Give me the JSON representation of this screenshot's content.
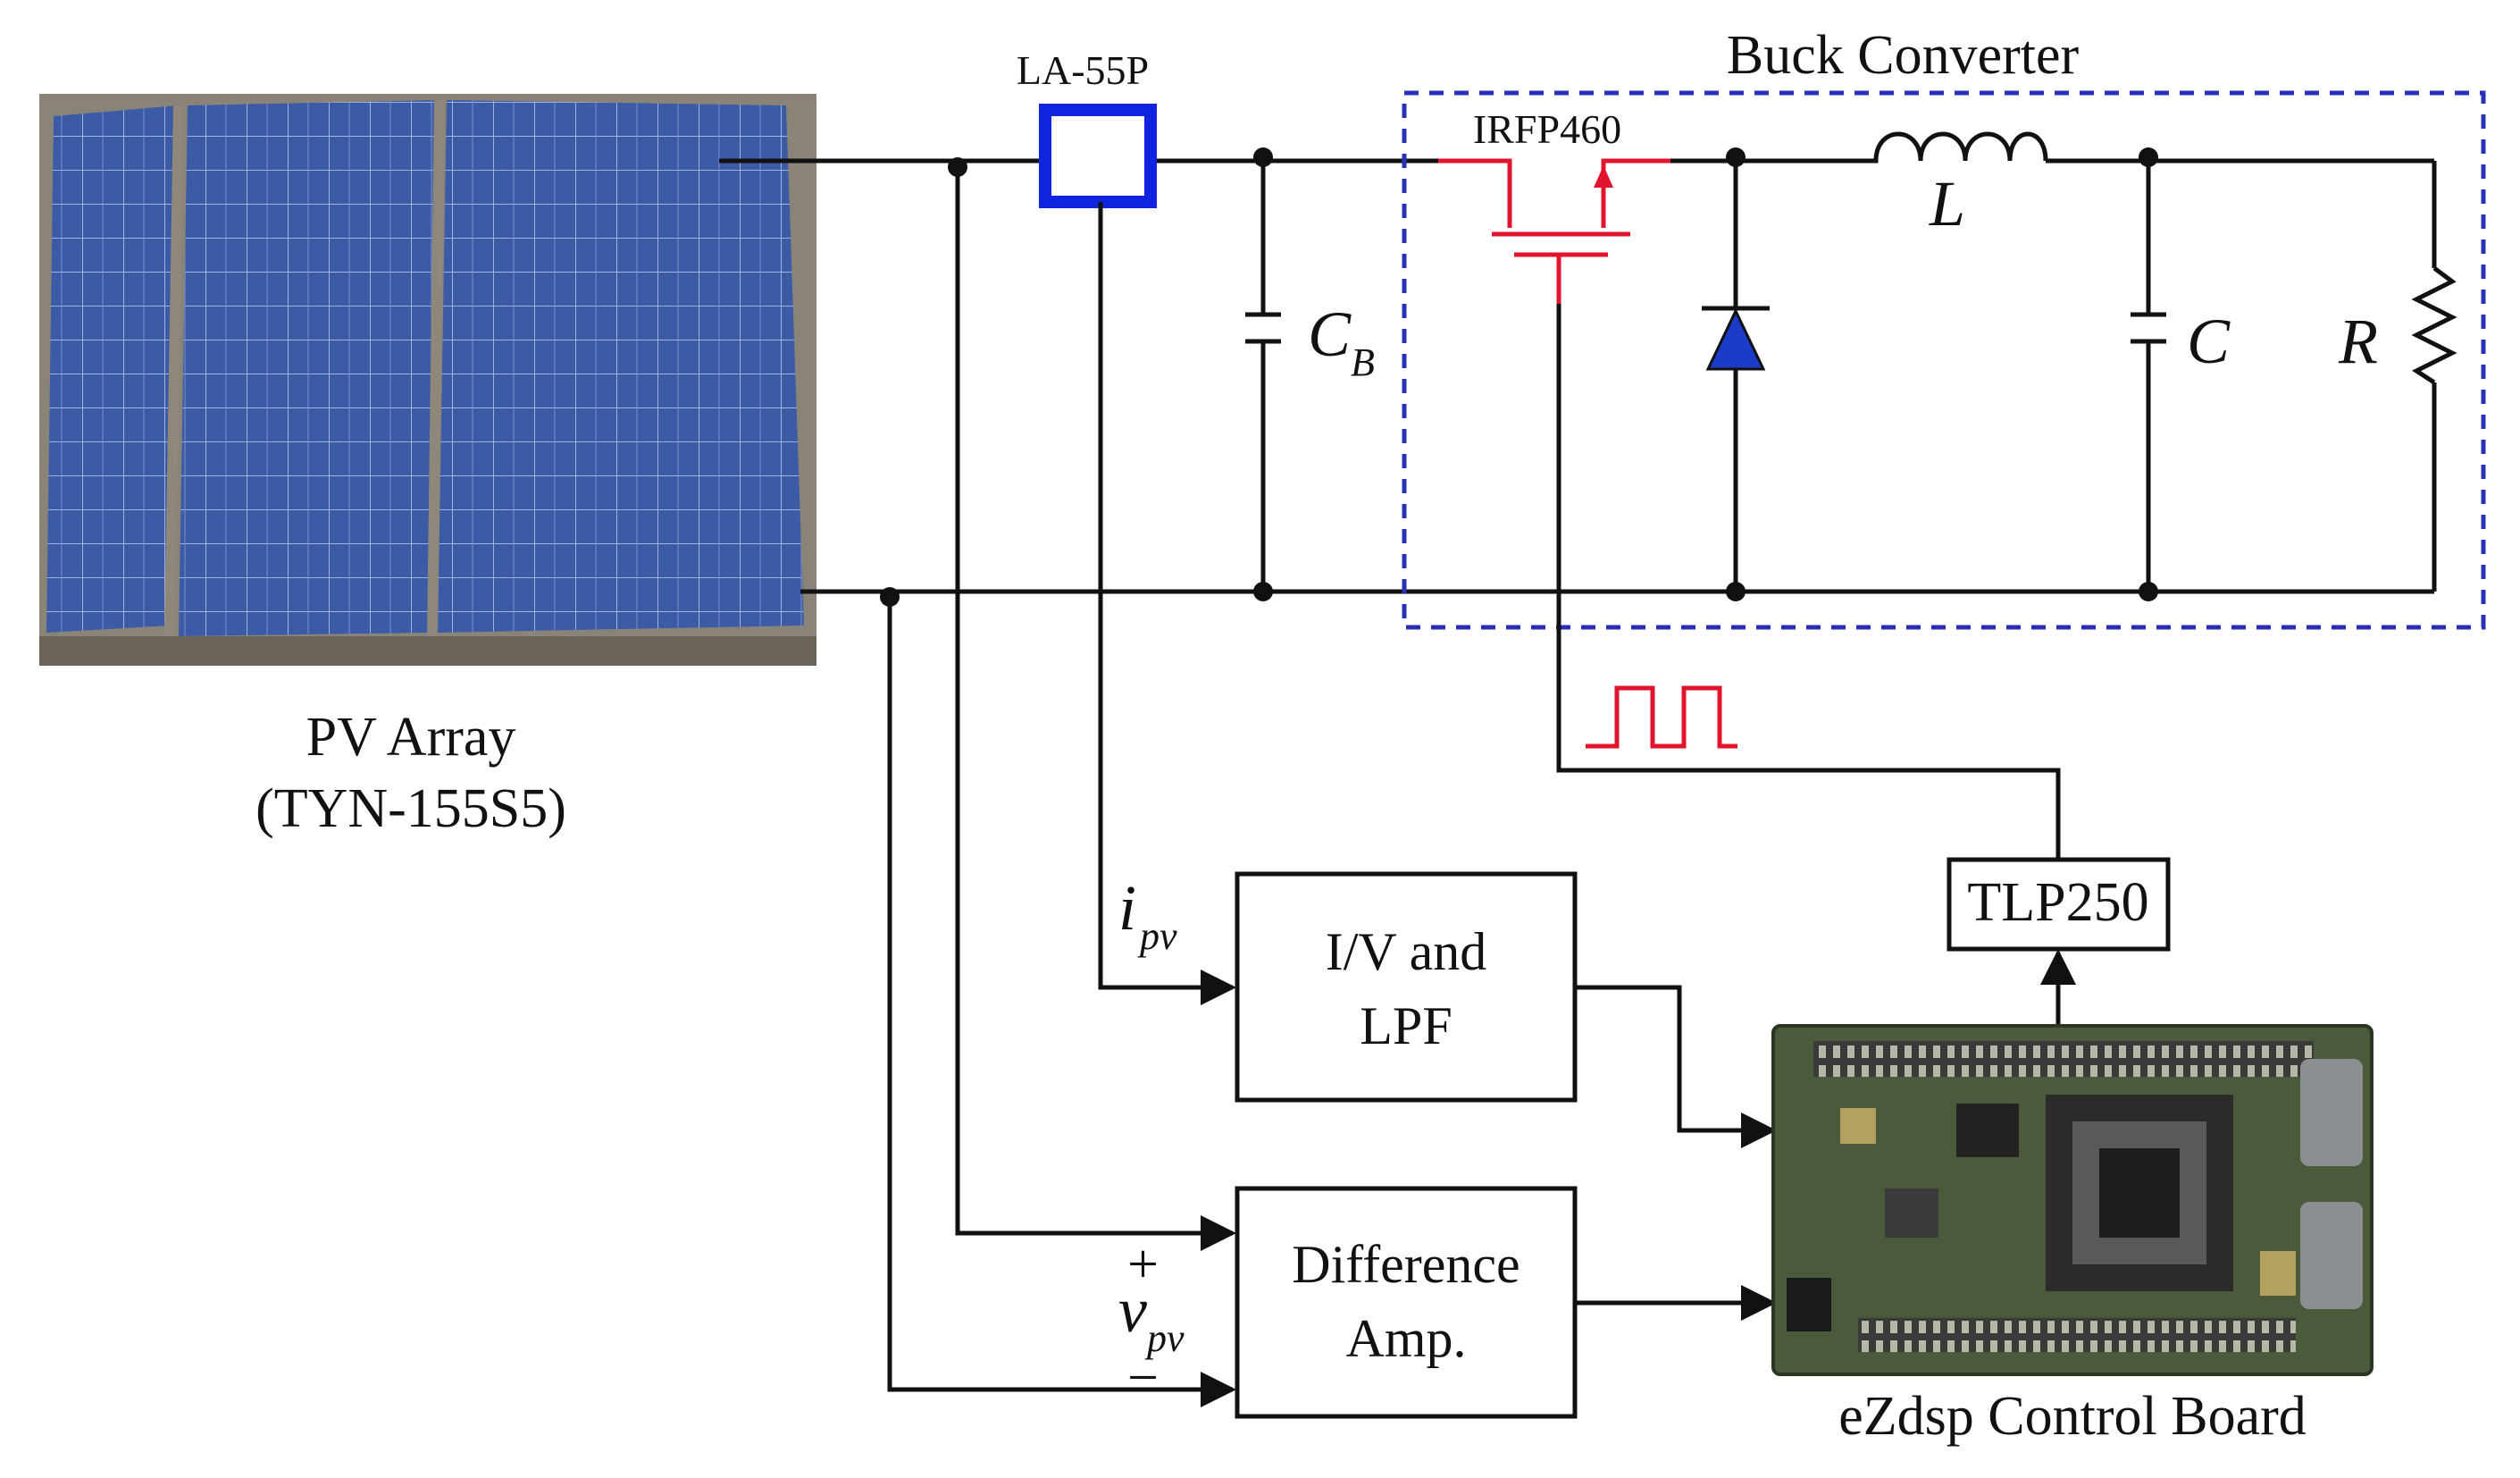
{
  "labels": {
    "sensor": "LA-55P",
    "converter_title": "Buck Converter",
    "switch": "IRFP460",
    "cap_b": "C",
    "cap_b_sub": "B",
    "inductor": "L",
    "cap": "C",
    "resistor": "R",
    "pv_name": "PV Array",
    "pv_model": "(TYN-155S5)",
    "i_main": "i",
    "i_sub": "pv",
    "v_plus": "+",
    "v_main": "v",
    "v_sub": "pv",
    "v_minus": "−",
    "iv_box_line1": "I/V and",
    "iv_box_line2": "LPF",
    "diff_box_line1": "Difference",
    "diff_box_line2": "Amp.",
    "driver_box": "TLP250",
    "board_name": "eZdsp  Control  Board"
  },
  "colors": {
    "wire": "#111111",
    "sensor": "#1024e0",
    "switch": "#e0142c",
    "diode": "#1a3cc8",
    "dashed_box": "#2a2fb8",
    "panel": "#3f5ea8",
    "board": "#4a5a3a"
  }
}
